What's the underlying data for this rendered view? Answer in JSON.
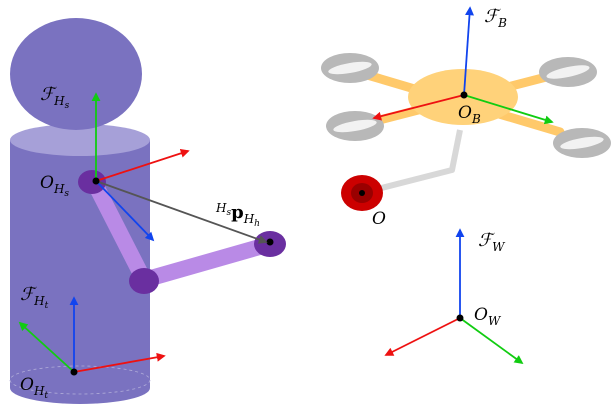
{
  "colors": {
    "body": "#7a72c0",
    "body_top": "#a6a0d8",
    "arm": "#b98ae6",
    "joint": "#6a2fa0",
    "drone_body": "#ffd27a",
    "drone_arm": "#ffc96a",
    "rotor": "#b8b8b8",
    "tether": "#d8d8d8",
    "anchor_outer": "#cc0000",
    "anchor_inner": "#990000",
    "axis_x": "#ee1111",
    "axis_y": "#11cc11",
    "axis_z": "#1144ee",
    "vector": "#555555"
  },
  "labels": {
    "frame_hs_F": "ℱ",
    "frame_hs_sub": "H",
    "frame_hs_subsub": "s",
    "origin_hs": "O",
    "origin_hs_sub": "H",
    "origin_hs_subsub": "s",
    "vector_sup": "H",
    "vector_supsub": "s",
    "vector_p": "p",
    "vector_sub": "H",
    "vector_subsub": "h",
    "frame_ht_F": "ℱ",
    "frame_ht_sub": "H",
    "frame_ht_subsub": "t",
    "origin_ht": "O",
    "origin_ht_sub": "H",
    "origin_ht_subsub": "t",
    "frame_b_F": "ℱ",
    "frame_b_sub": "B",
    "origin_b": "O",
    "origin_b_sub": "B",
    "anchor_o": "O",
    "frame_w_F": "ℱ",
    "frame_w_sub": "W",
    "origin_w": "O",
    "origin_w_sub": "W"
  }
}
